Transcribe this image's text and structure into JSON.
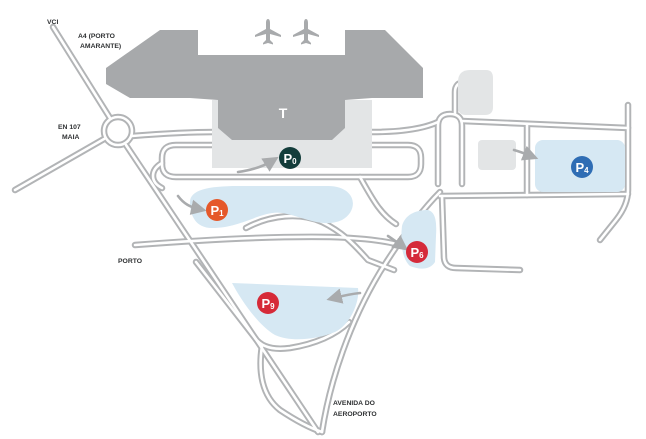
{
  "map": {
    "terminal_label": "T",
    "labels": {
      "vci": "VCI",
      "a4_line1": "A4 (PORTO",
      "a4_line2": "AMARANTE)",
      "en107_line1": "EN 107",
      "en107_line2": "MAIA",
      "porto": "PORTO",
      "avenida_line1": "AVENIDA DO",
      "avenida_line2": "AEROPORTO"
    },
    "parkings": {
      "p0": {
        "letter": "P",
        "number": "0",
        "color": "#133d3b"
      },
      "p1": {
        "letter": "P",
        "number": "1",
        "color": "#e5582a"
      },
      "p4": {
        "letter": "P",
        "number": "4",
        "color": "#2f6db4"
      },
      "p6": {
        "letter": "P",
        "number": "6",
        "color": "#d52a3a"
      },
      "p9": {
        "letter": "P",
        "number": "9",
        "color": "#d62a38"
      }
    },
    "icons": {
      "airplane_left": "airplane-icon",
      "airplane_right": "airplane-icon",
      "arrows": "arrow-icon"
    }
  },
  "colors": {
    "terminal": "#a7a9ab",
    "parking_area": "#d6e8f3"
  }
}
